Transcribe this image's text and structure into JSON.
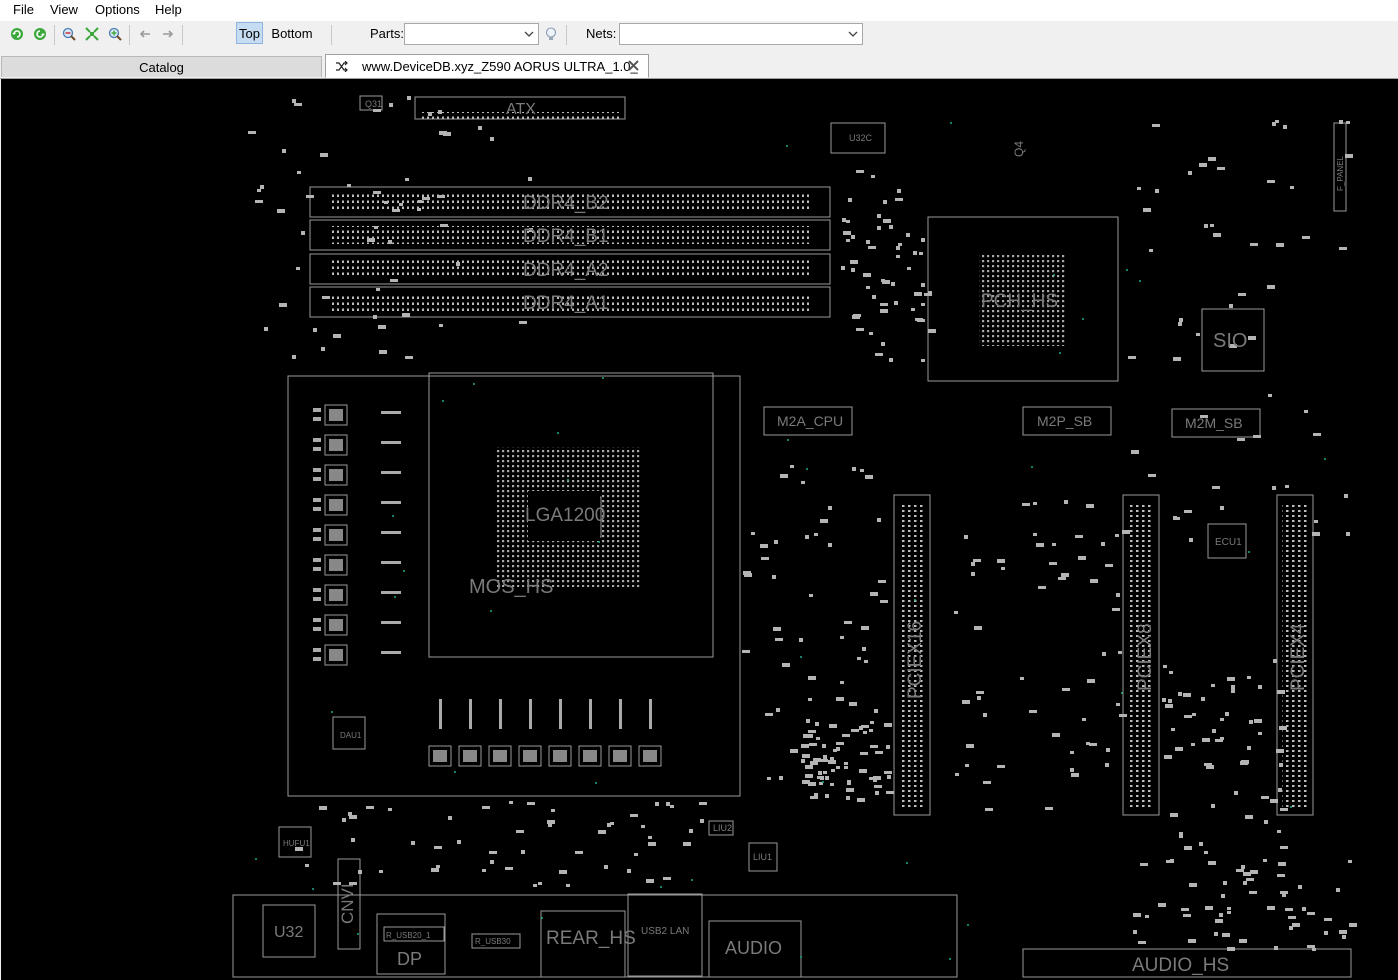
{
  "menu": {
    "file": "File",
    "view": "View",
    "options": "Options",
    "help": "Help"
  },
  "toolbar": {
    "layer_top": "Top",
    "layer_bottom": "Bottom",
    "parts_label": "Parts:",
    "parts_value": "",
    "nets_label": "Nets:",
    "nets_value": "",
    "icons": [
      "reload-icon",
      "refresh-icon",
      "zoom-out-icon",
      "fit-icon",
      "zoom-in-icon",
      "back-arrow-icon",
      "forward-arrow-icon",
      "bulb-icon"
    ]
  },
  "tabs": {
    "catalog": "Catalog",
    "document": "www.DeviceDB.xyz_Z590 AORUS ULTRA_1.0_"
  },
  "board": {
    "connectors": {
      "atx": "ATX",
      "ddr_b2": "DDR4_B2",
      "ddr_b1": "DDR4_B1",
      "ddr_a2": "DDR4_A2",
      "ddr_a1": "DDR4_A1",
      "cpu": "LGA1200",
      "mos_hs": "MOS_HS",
      "pch_hs": "PCH_HS",
      "sio": "SIO",
      "m2a_cpu": "M2A_CPU",
      "m2p_sb": "M2P_SB",
      "m2m_sb": "M2M_SB",
      "pciex16": "PCIEX16",
      "pciex8": "PCIEX8",
      "pciex4": "PCIEX4",
      "ecu1": "ECU1",
      "cnvi": "CNVI",
      "u32": "U32",
      "dp": "DP",
      "rear_hs": "REAR_HS",
      "audio": "AUDIO",
      "audio_hs": "AUDIO_HS",
      "q31": "Q31",
      "q4": "Q4",
      "u32c": "U32C",
      "dau1": "DAU1",
      "hufu1": "HUFU1",
      "liu2": "LIU2",
      "liu1": "LIU1",
      "f_panel": "F_PANEL",
      "r_usb30": "R_USB30",
      "r_usb20_1": "R_USB20_1",
      "lan": "USB2 LAN"
    },
    "colors": {
      "background": "#000000",
      "outline": "#9a9a9a",
      "pads": "#b4b4b4",
      "label": "#7a7a7a",
      "via": "#1fa88f"
    }
  }
}
